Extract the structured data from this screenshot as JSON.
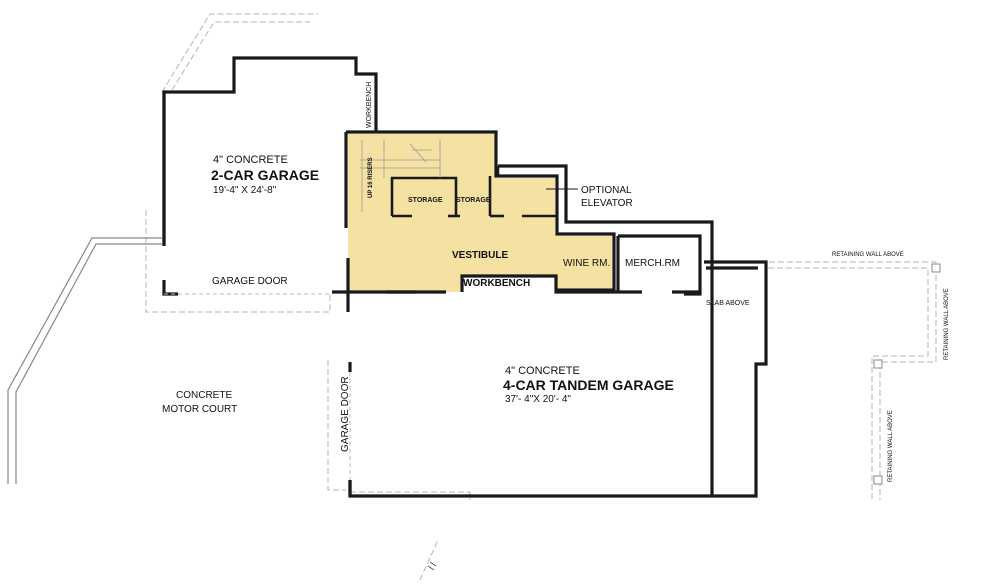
{
  "colors": {
    "wall": "#1a1a1a",
    "highlight": "#f5e2a3",
    "dashed": "#b5b5b5"
  },
  "labels": {
    "two_car_concrete": "4\" CONCRETE",
    "two_car_title": "2-CAR  GARAGE",
    "two_car_dims": "19'-4\" X 24'-8\"",
    "garage_door_top": "GARAGE DOOR",
    "motor_court_1": "CONCRETE",
    "motor_court_2": "MOTOR COURT",
    "workbench_vertical": "WORKBENCH",
    "up_risers": "UP 16 RISERS",
    "storage_1": "STORAGE",
    "storage_2": "STORAGE",
    "optional_1": "OPTIONAL",
    "optional_2": "ELEVATOR",
    "vestibule": "VESTIBULE",
    "wine_room": "WINE RM.",
    "merch_room": "MERCH.RM",
    "workbench_horizontal": "WORKBENCH",
    "slab_above": "SLAB ABOVE",
    "four_car_concrete": "4\" CONCRETE",
    "four_car_title": "4-CAR TANDEM GARAGE",
    "four_car_dims": "37'- 4\"X 20'- 4\"",
    "garage_door_side": "GARAGE DOOR",
    "retaining_wall_top": "RETAINING WALL ABOVE",
    "retaining_wall_right": "RETAINING WALL ABOVE",
    "retaining_wall_lower": "RETAINING WALL ABOVE"
  }
}
